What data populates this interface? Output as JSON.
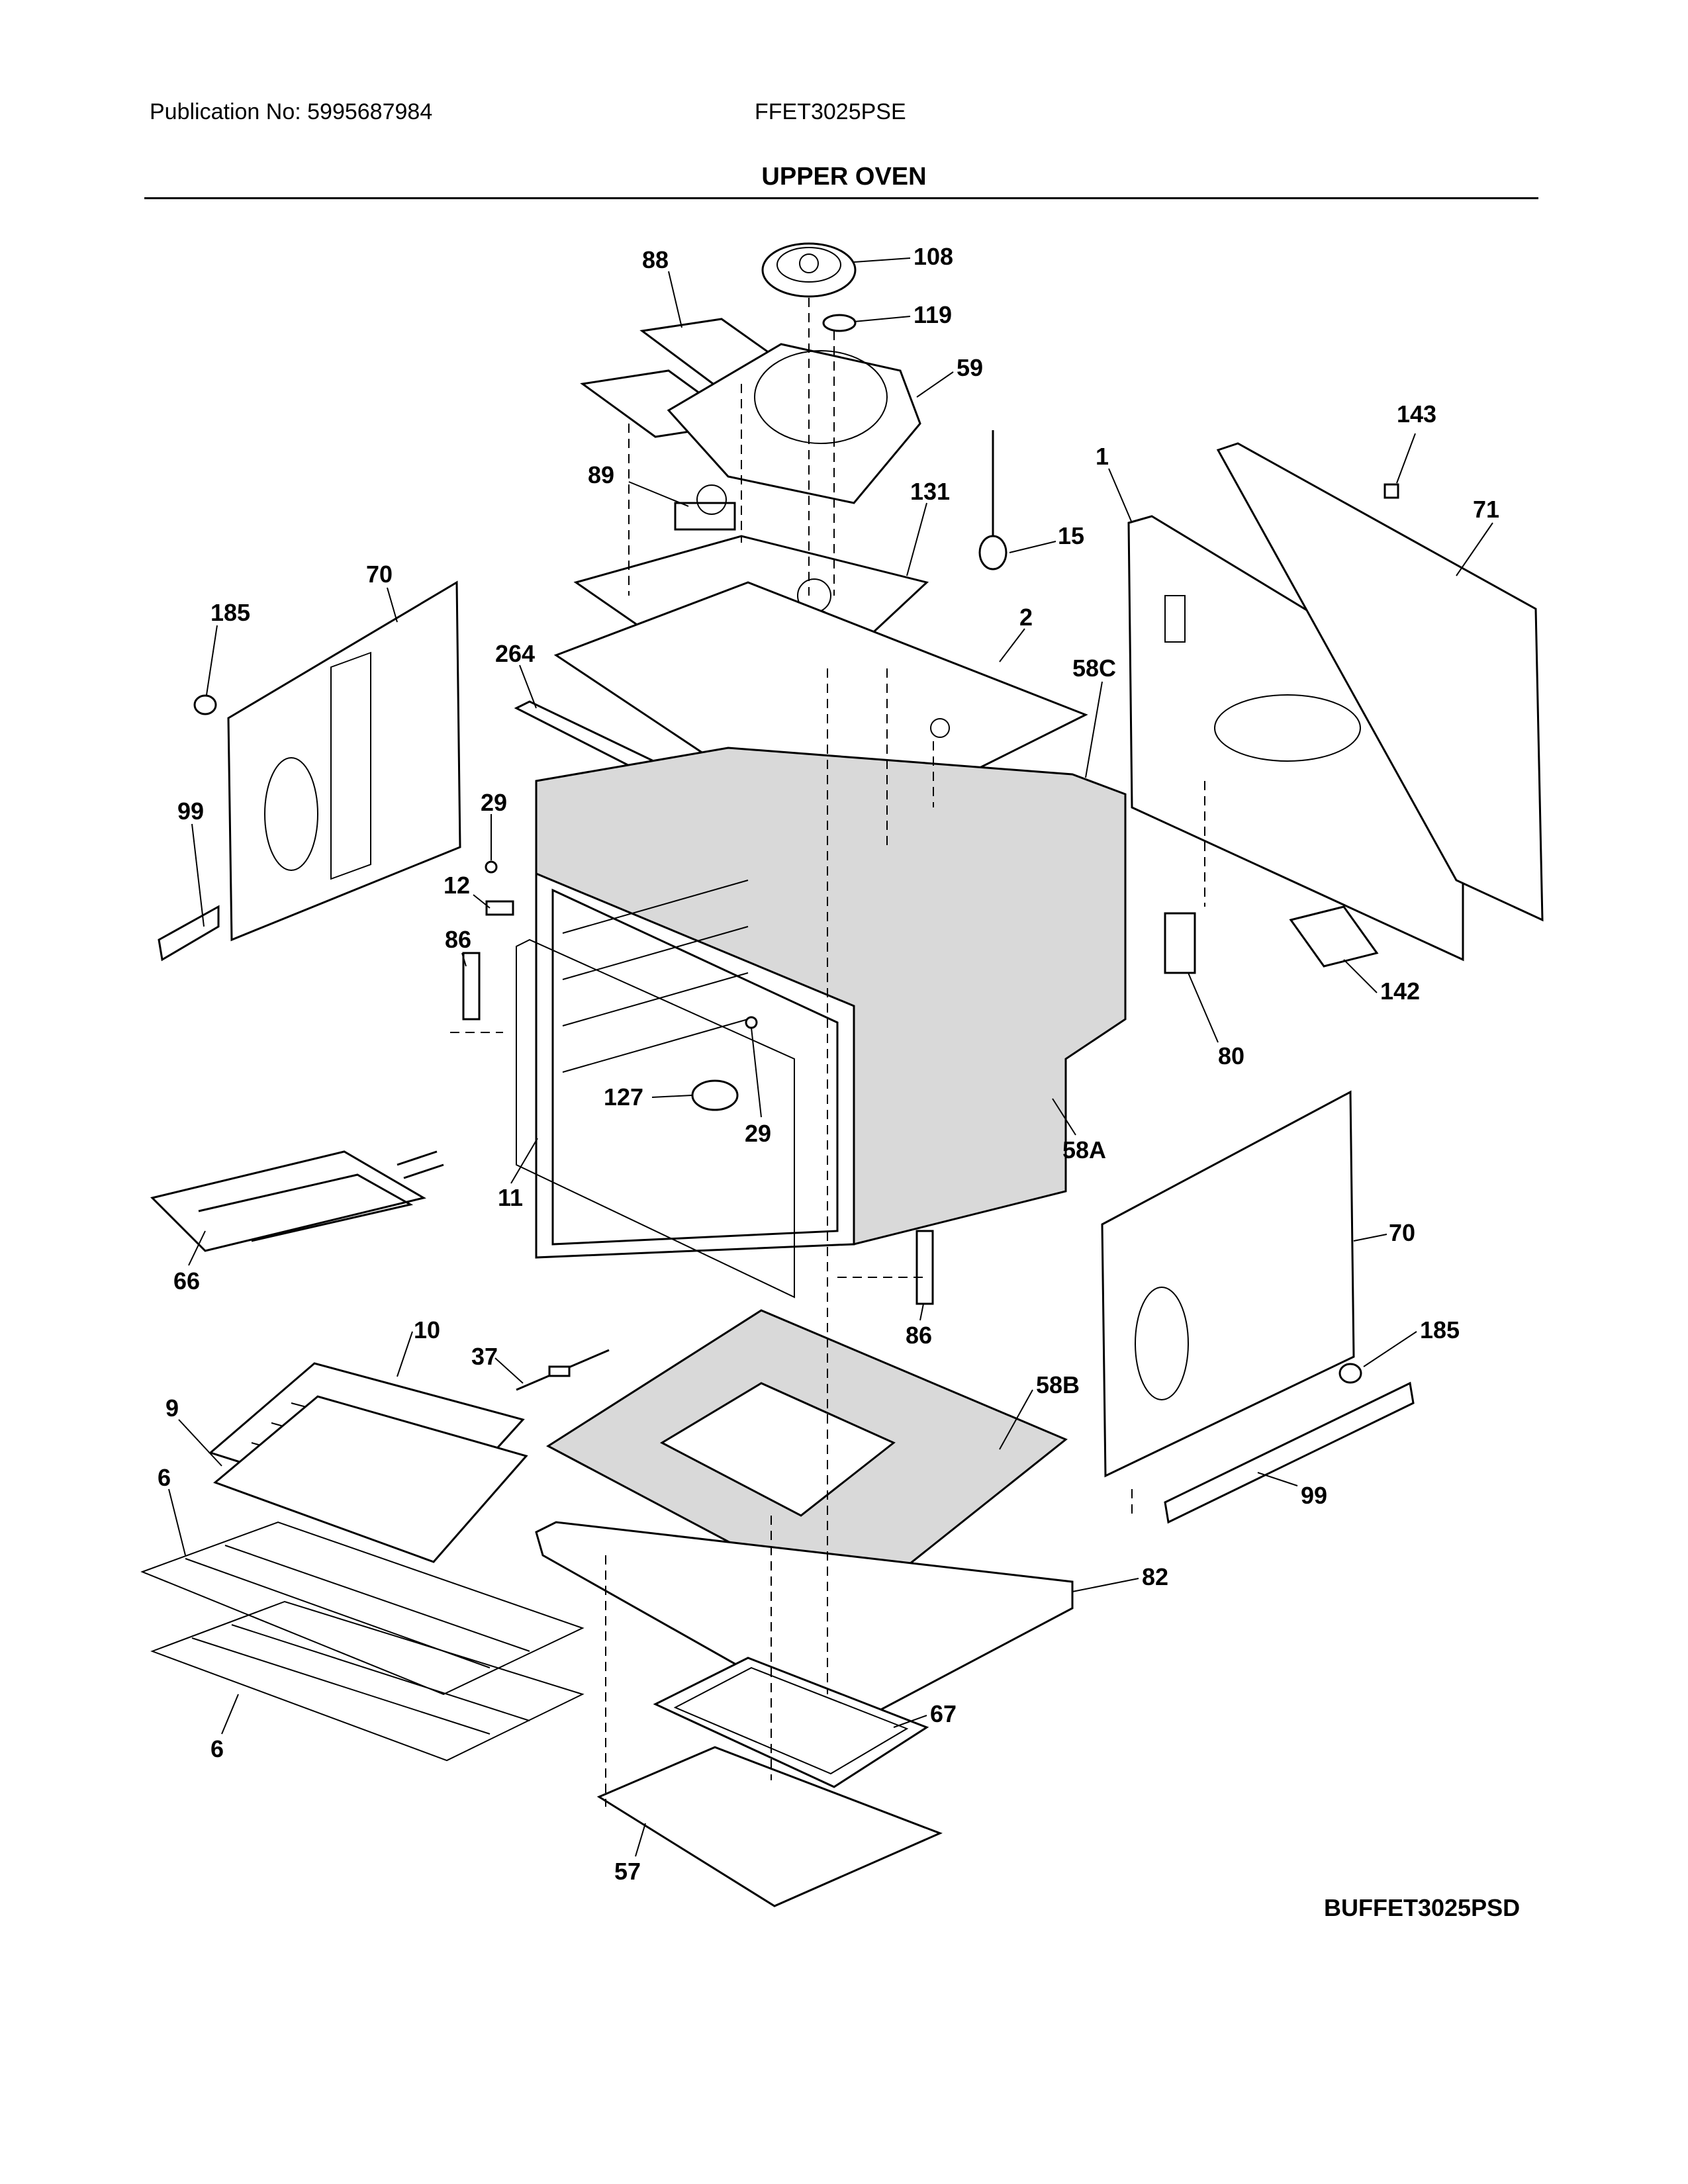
{
  "header": {
    "publication": "Publication No: 5995687984",
    "model": "FFET3025PSE",
    "title": "UPPER OVEN"
  },
  "diagram_ref": "BUFFET3025PSD",
  "callouts": [
    "108",
    "88",
    "119",
    "59",
    "143",
    "1",
    "89",
    "131",
    "71",
    "15",
    "70",
    "185",
    "264",
    "2",
    "58C",
    "29",
    "99",
    "12",
    "86",
    "142",
    "80",
    "127",
    "29",
    "11",
    "58A",
    "66",
    "70",
    "86",
    "10",
    "37",
    "185",
    "58B",
    "9",
    "99",
    "6",
    "82",
    "6",
    "67",
    "57"
  ]
}
